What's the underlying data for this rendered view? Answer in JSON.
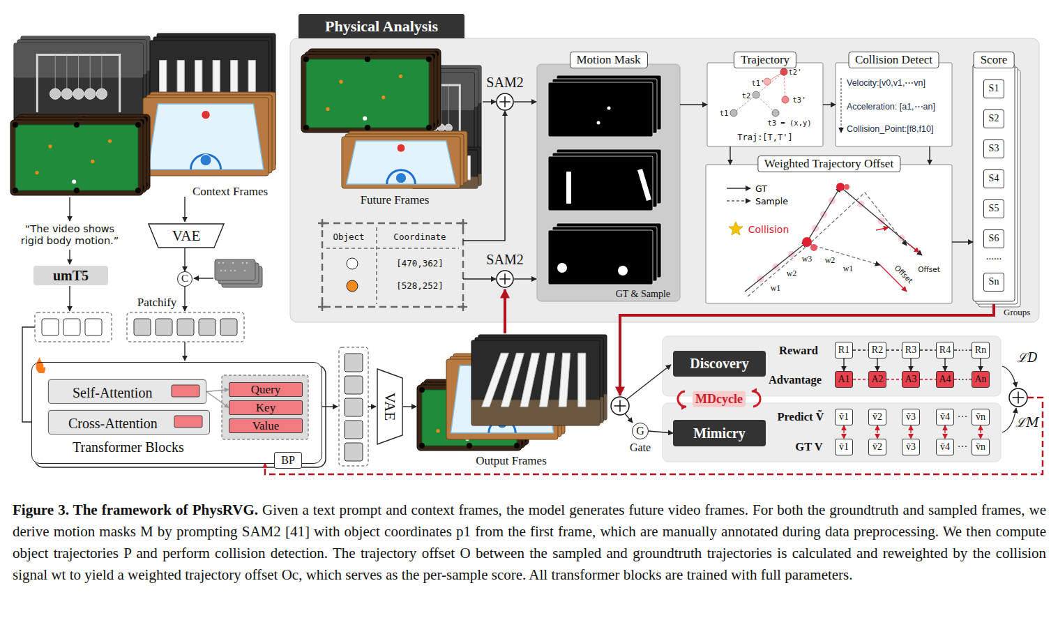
{
  "diagram": {
    "caption": "Figure 3. The framework of PhysRVG. Given a text prompt and context frames, the model generates future video frames. For both the groundtruth and sampled frames, we derive motion masks M by prompting SAM2 [41] with object coordinates p1 from the first frame, which are manually annotated during data preprocessing. We then compute object trajectories P and perform collision detection. The trajectory offset O between the sampled and groundtruth trajectories is calculated and reweighted by the collision signal wt to yield a weighted trajectory offset Oc, which serves as the per-sample score. All transformer blocks are trained with full parameters.",
    "nodes": [
      {
        "text": [
          "Physical Analysis"
        ]
      },
      {
        "text": [
          "Motion Mask",
          "GT & Sample"
        ],
        "in": 0
      },
      {
        "text": [
          "Trajectory",
          "Traj:[T,T']"
        ],
        "in": 0
      },
      {
        "text": [
          "Collision Detect",
          "Velocity:[v0,v1,⋯vn]",
          "Acceleration: [a1,⋯an]",
          "Collision_Point:[f8,f10]"
        ],
        "in": 0
      },
      {
        "text": [
          "Weighted Trajectory Offset"
        ],
        "in": 0
      },
      {
        "text": [
          "Score",
          "Groups"
        ],
        "in": 0
      },
      {
        "text": [
          "S1"
        ],
        "in": 5
      },
      {
        "text": [
          "S2"
        ],
        "in": 5
      },
      {
        "text": [
          "S3"
        ],
        "in": 5
      },
      {
        "text": [
          "S4"
        ],
        "in": 5
      },
      {
        "text": [
          "S5"
        ],
        "in": 5
      },
      {
        "text": [
          "S6"
        ],
        "in": 5
      },
      {
        "text": [
          "Sn"
        ],
        "in": 5
      },
      {
        "text": [
          "umT5"
        ]
      },
      {
        "text": [
          "VAE"
        ]
      },
      {
        "text": [
          "C"
        ]
      },
      {
        "text": [
          "Transformer Blocks"
        ]
      },
      {
        "text": [
          "Self-Attention"
        ],
        "in": 16
      },
      {
        "text": [
          "Cross-Attention"
        ],
        "in": 16
      },
      {
        "text": [
          "Query"
        ],
        "in": 16
      },
      {
        "text": [
          "Key"
        ],
        "in": 16
      },
      {
        "text": [
          "Value"
        ],
        "in": 16
      },
      {
        "text": [
          "BP"
        ]
      },
      {
        "text": [
          "VAE"
        ]
      },
      {
        "text": [
          "Discovery"
        ]
      },
      {
        "text": [
          "R1"
        ]
      },
      {
        "text": [
          "R2"
        ]
      },
      {
        "text": [
          "R3"
        ]
      },
      {
        "text": [
          "R4"
        ]
      },
      {
        "text": [
          "Rn"
        ]
      },
      {
        "text": [
          "A1"
        ]
      },
      {
        "text": [
          "A2"
        ]
      },
      {
        "text": [
          "A3"
        ]
      },
      {
        "text": [
          "A4"
        ]
      },
      {
        "text": [
          "An"
        ]
      },
      {
        "text": [
          "Mimicry"
        ]
      },
      {
        "text": [
          "ṽ1"
        ]
      },
      {
        "text": [
          "ṽ2"
        ]
      },
      {
        "text": [
          "ṽ3"
        ]
      },
      {
        "text": [
          "ṽ4"
        ]
      },
      {
        "text": [
          "ṽn"
        ]
      },
      {
        "text": [
          "v̄1"
        ]
      },
      {
        "text": [
          "v̄2"
        ]
      },
      {
        "text": [
          "v̄3"
        ]
      },
      {
        "text": [
          "v̄4"
        ]
      },
      {
        "text": [
          "v̄n"
        ]
      },
      {
        "text": [
          "G",
          "Gate"
        ]
      }
    ],
    "edges": [
      {
        "from": 14,
        "to": 15,
        "arrow": "to"
      },
      {
        "from": 1,
        "to": 2,
        "arrow": "to"
      },
      {
        "from": 2,
        "to": 3,
        "arrow": "to"
      },
      {
        "from": 2,
        "to": 4,
        "arrow": "to"
      },
      {
        "from": 3,
        "to": 4,
        "arrow": "to"
      },
      {
        "from": 4,
        "to": 5,
        "arrow": "to"
      },
      {
        "from": 17,
        "to": 19,
        "arrow": "to"
      },
      {
        "from": 17,
        "to": 20,
        "arrow": "to"
      },
      {
        "from": 46,
        "to": 35,
        "arrow": "to"
      },
      {
        "from": 25,
        "to": 30,
        "arrow": "to"
      },
      {
        "from": 26,
        "to": 31,
        "arrow": "to"
      },
      {
        "from": 27,
        "to": 32,
        "arrow": "to"
      },
      {
        "from": 28,
        "to": 33,
        "arrow": "to"
      },
      {
        "from": 29,
        "to": 34,
        "arrow": "to"
      },
      {
        "from": 25,
        "to": 26,
        "arrow": "none"
      },
      {
        "from": 26,
        "to": 27,
        "arrow": "none"
      },
      {
        "from": 27,
        "to": 28,
        "arrow": "none"
      },
      {
        "from": 28,
        "to": 29,
        "arrow": "none",
        "label": "···"
      },
      {
        "from": 30,
        "to": 31,
        "arrow": "none"
      },
      {
        "from": 31,
        "to": 32,
        "arrow": "none"
      },
      {
        "from": 32,
        "to": 33,
        "arrow": "none"
      },
      {
        "from": 33,
        "to": 34,
        "arrow": "none",
        "label": "···"
      },
      {
        "from": 36,
        "to": 41,
        "arrow": "both"
      },
      {
        "from": 37,
        "to": 42,
        "arrow": "both"
      },
      {
        "from": 38,
        "to": 43,
        "arrow": "both"
      },
      {
        "from": 39,
        "to": 44,
        "arrow": "both"
      },
      {
        "from": 40,
        "to": 45,
        "arrow": "both"
      }
    ],
    "labels": [
      "Context Frames",
      "“The video shows rigid body motion.”",
      "Patchify",
      "Output Frames",
      "Future Frames",
      "SAM2",
      "SAM2",
      "Object",
      "Coordinate",
      "[470,362]",
      "[528,252]",
      "t1",
      "t2",
      "t1'",
      "t2'",
      "t3'",
      "t3 = (x,y)",
      "Collision",
      "w1",
      "w2",
      "w3",
      "w2",
      "w1",
      "Offset",
      "Offset",
      "......",
      "Reward",
      "Advantage",
      "MDcycle",
      "Predict Ṽ",
      "GT V",
      "···",
      "···",
      "ℒD",
      "ℒM"
    ],
    "legend": [
      {
        "text": "GT"
      },
      {
        "text": "Sample"
      }
    ]
  }
}
